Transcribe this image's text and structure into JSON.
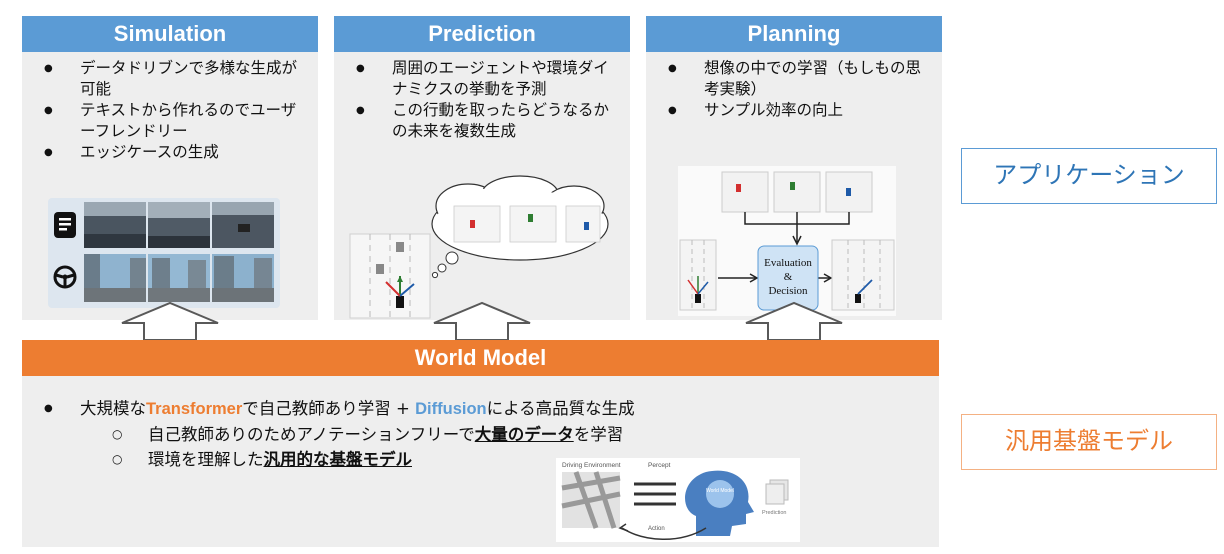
{
  "panels": {
    "simulation": {
      "title": "Simulation",
      "bullets": [
        "データドリブンで多様な生成が可能",
        "テキストから作れるのでユーザーフレンドリー",
        "エッジケースの生成"
      ]
    },
    "prediction": {
      "title": "Prediction",
      "bullets": [
        "周囲のエージェントや環境ダイナミクスの挙動を予測",
        "この行動を取ったらどうなるかの未来を複数生成"
      ]
    },
    "planning": {
      "title": "Planning",
      "bullets": [
        "想像の中での学習（もしもの思考実験）",
        "サンプル効率の向上"
      ],
      "decision_box": {
        "line1": "Evaluation",
        "line2": "&",
        "line3": "Decision"
      }
    }
  },
  "world_model": {
    "title": "World Model",
    "bullet1": {
      "prefix": "大規模な",
      "kw1": "Transformer",
      "mid": "で自己教師あり学習 + ",
      "kw2": "Diffusion",
      "suffix": "による高品質な生成"
    },
    "sub1": {
      "prefix": "自己教師ありのためアノテーションフリーで",
      "kw": "大量のデータ",
      "suffix": "を学習"
    },
    "sub2": {
      "prefix": "環境を理解した",
      "kw": "汎用的な基盤モデル"
    },
    "figure": {
      "driving_env": "Driving Environment",
      "percept": "Percept",
      "world_model": "World Model",
      "prediction": "Prediction",
      "action": "Action"
    }
  },
  "side_labels": {
    "application": "アプリケーション",
    "foundation": "汎用基盤モデル"
  },
  "colors": {
    "panel_head": "#5b9bd5",
    "world_model_head": "#ed7d31",
    "panel_bg": "#eeeeee",
    "application_border": "#5b9bd5",
    "foundation_border": "#f4b183"
  }
}
